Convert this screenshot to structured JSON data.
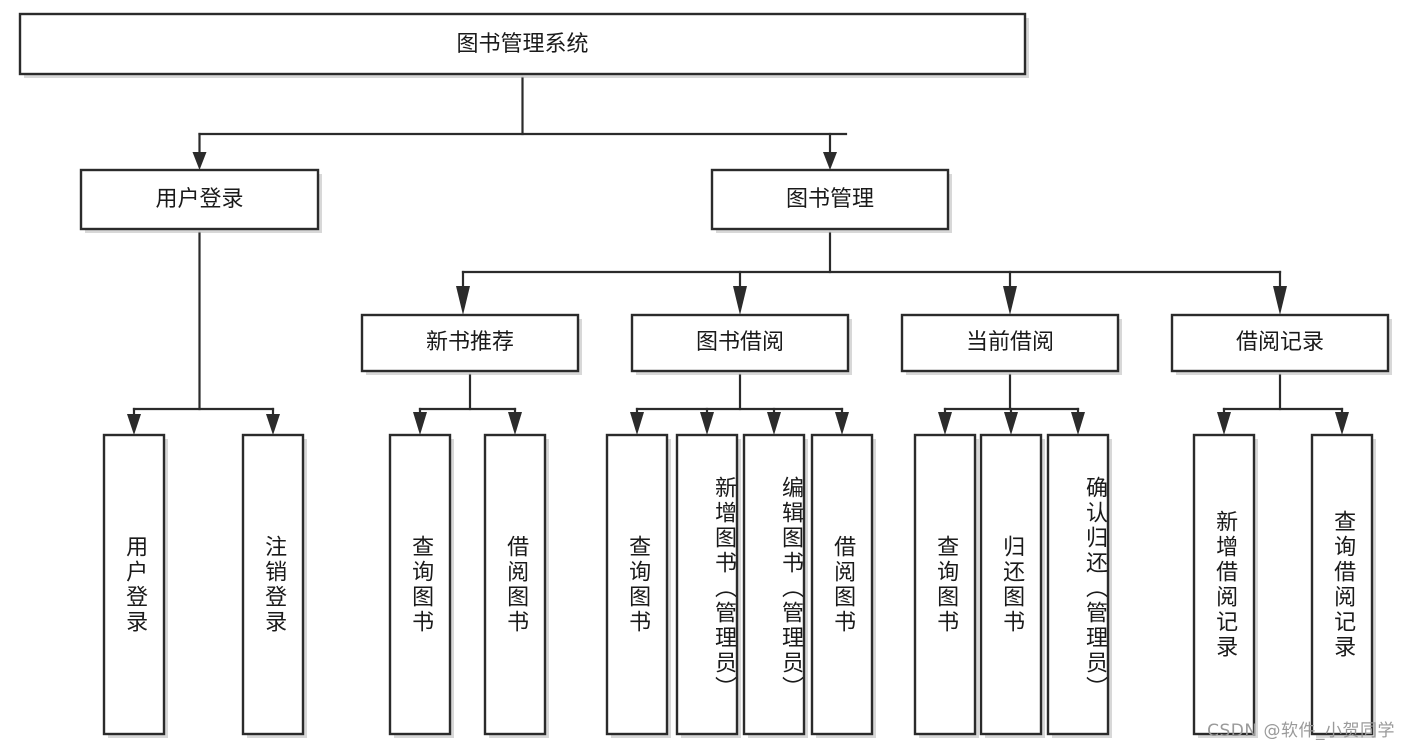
{
  "diagram": {
    "type": "tree",
    "title": "图书管理系统",
    "orientation": "top-down",
    "colors": {
      "node_fill": "#ffffff",
      "node_stroke": "#2b2b2b",
      "edge": "#2b2b2b",
      "text": "#1a1a1a",
      "watermark": "#9a9a9a"
    },
    "root": {
      "id": "root",
      "label": "图书管理系统"
    },
    "level2": [
      {
        "id": "user-login",
        "label": "用户登录"
      },
      {
        "id": "book-manage",
        "label": "图书管理"
      }
    ],
    "level3": [
      {
        "id": "new-book-recommend",
        "label": "新书推荐",
        "parent": "book-manage"
      },
      {
        "id": "book-borrow",
        "label": "图书借阅",
        "parent": "book-manage"
      },
      {
        "id": "current-borrow",
        "label": "当前借阅",
        "parent": "book-manage"
      },
      {
        "id": "borrow-record",
        "label": "借阅记录",
        "parent": "book-manage"
      }
    ],
    "leaves": {
      "user-login": [
        {
          "id": "leaf-user-login",
          "label": "用户登录"
        },
        {
          "id": "leaf-user-logout",
          "label": "注销登录"
        }
      ],
      "new-book-recommend": [
        {
          "id": "leaf-query-book-1",
          "label": "查询图书"
        },
        {
          "id": "leaf-borrow-book-1",
          "label": "借阅图书"
        }
      ],
      "book-borrow": [
        {
          "id": "leaf-query-book-2",
          "label": "查询图书"
        },
        {
          "id": "leaf-add-book",
          "label": "新增图书（管理员）"
        },
        {
          "id": "leaf-edit-book",
          "label": "编辑图书（管理员）"
        },
        {
          "id": "leaf-borrow-book-2",
          "label": "借阅图书"
        }
      ],
      "current-borrow": [
        {
          "id": "leaf-query-book-3",
          "label": "查询图书"
        },
        {
          "id": "leaf-return-book",
          "label": "归还图书"
        },
        {
          "id": "leaf-confirm-return",
          "label": "确认归还（管理员）"
        }
      ],
      "borrow-record": [
        {
          "id": "leaf-add-record",
          "label": "新增借阅记录"
        },
        {
          "id": "leaf-query-record",
          "label": "查询借阅记录"
        }
      ]
    }
  },
  "watermark": {
    "text": "CSDN @软件_小贺同学"
  }
}
